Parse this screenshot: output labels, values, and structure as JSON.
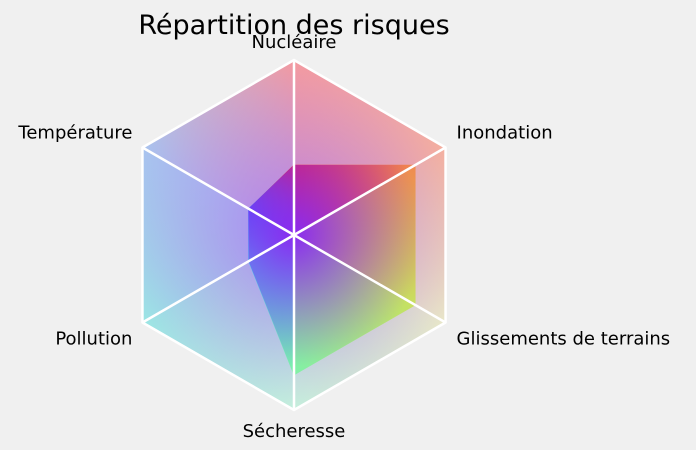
{
  "chart_data": {
    "type": "radar",
    "title": "Répartition des risques",
    "axes": [
      "Nucléaire",
      "Inondation",
      "Glissements de terrains",
      "Sécheresse",
      "Pollution",
      "Température"
    ],
    "series": [
      {
        "values": [
          0.4,
          0.8,
          0.8,
          0.8,
          0.3,
          0.3
        ]
      }
    ],
    "rlim": [
      0,
      1
    ],
    "grid": true,
    "colors": {
      "background": "#f0f0f0",
      "grid_line": "#ffffff",
      "nucleaire": "#f49a9f",
      "inondation": "#f5b09e",
      "glissements": "#e9e8c8",
      "secheresse": "#c5f0dc",
      "pollution": "#9be7e4",
      "temperature": "#a8c4ef",
      "center": "#b07cf0"
    }
  }
}
